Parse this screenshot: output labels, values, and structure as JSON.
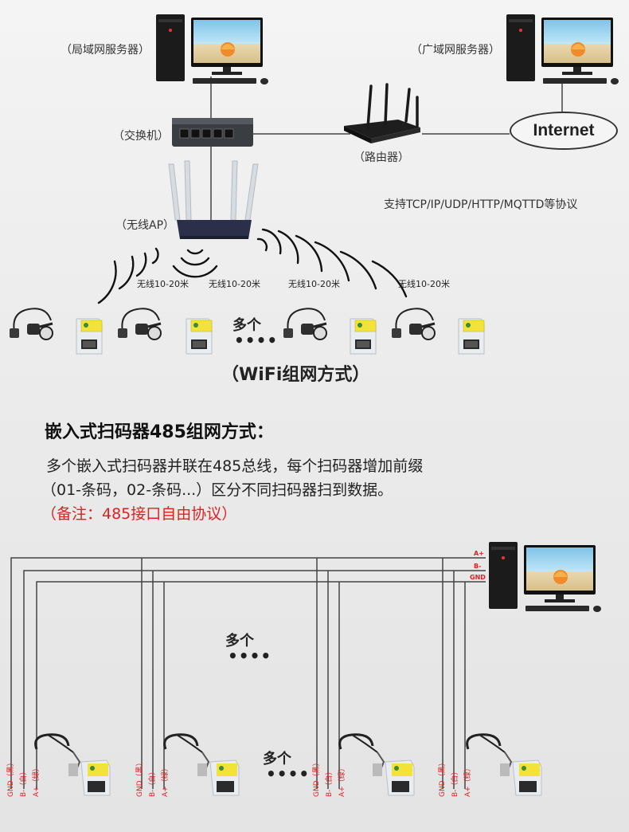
{
  "labels": {
    "lan_server": "（局域网服务器）",
    "wan_server": "（广域网服务器）",
    "switch": "（交换机）",
    "router": "（路由器）",
    "internet": "Internet",
    "protocols": "支持TCP/IP/UDP/HTTP/MQTTD等协议",
    "wireless_ap": "（无线AP）",
    "wireless_range": [
      "无线10-20米",
      "无线10-20米",
      "无线10-20米",
      "无线10-20米"
    ],
    "many_more": "多个",
    "dots": "••••",
    "wifi_title": "（WiFi组网方式）"
  },
  "section485": {
    "title": "嵌入式扫码器485组网方式：",
    "desc_line1": "多个嵌入式扫码器并联在485总线，每个扫码器增加前缀",
    "desc_line2": "（01-条码，02-条码...）区分不同扫码器扫到数据。",
    "note": "（备注：485接口自由协议）"
  },
  "bus": {
    "signals": [
      "A+",
      "B-",
      "GND"
    ],
    "wire_labels": [
      "GND（黑）",
      "B-（白）",
      "A+（绿）"
    ]
  },
  "colors": {
    "accent_red": "#e02020",
    "line": "#444444",
    "scanner_yellow": "#f2e23a",
    "scanner_body": "#e9edf0"
  }
}
